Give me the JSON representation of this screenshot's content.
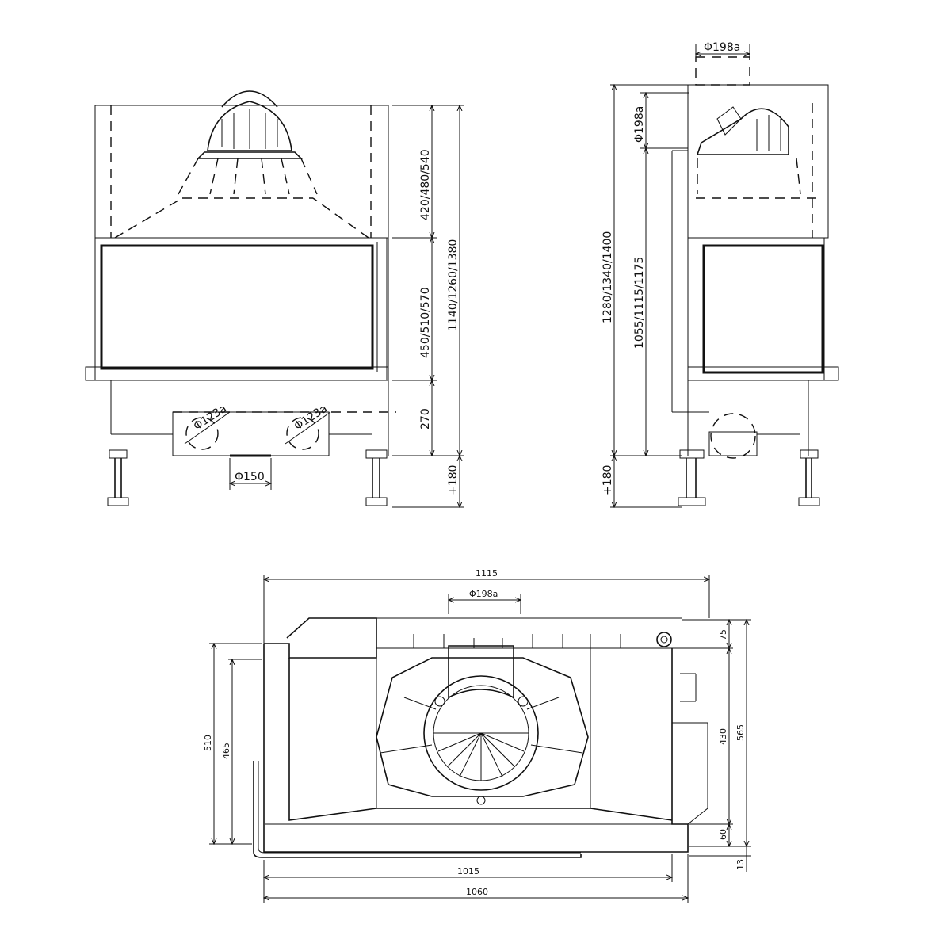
{
  "front_view": {
    "dim_hood_height": "420/480/540",
    "dim_door_height": "450/510/570",
    "dim_base_height": "270",
    "dim_total_height": "1140/1260/1380",
    "dim_leg_extension": "+180",
    "dim_side_outlet_left": "Φ123a",
    "dim_side_outlet_right": "Φ123a",
    "dim_air_inlet": "Φ150"
  },
  "side_view": {
    "dim_flue_top": "Φ198a",
    "dim_flue_side": "Φ198a",
    "dim_total_height": "1280/1340/1400",
    "dim_flue_axis_height": "1055/1115/1175",
    "dim_leg_extension": "+180"
  },
  "top_view": {
    "dim_overall_width": "1115",
    "dim_flue": "Φ198a",
    "dim_rear_offset": "75",
    "dim_firebox_depth": "430",
    "dim_front_offset": "60",
    "dim_total_depth": "565",
    "dim_ledge": "13",
    "dim_left_depth": "510",
    "dim_left_inner_depth": "465",
    "dim_inner_width": "1015",
    "dim_body_width": "1060"
  }
}
